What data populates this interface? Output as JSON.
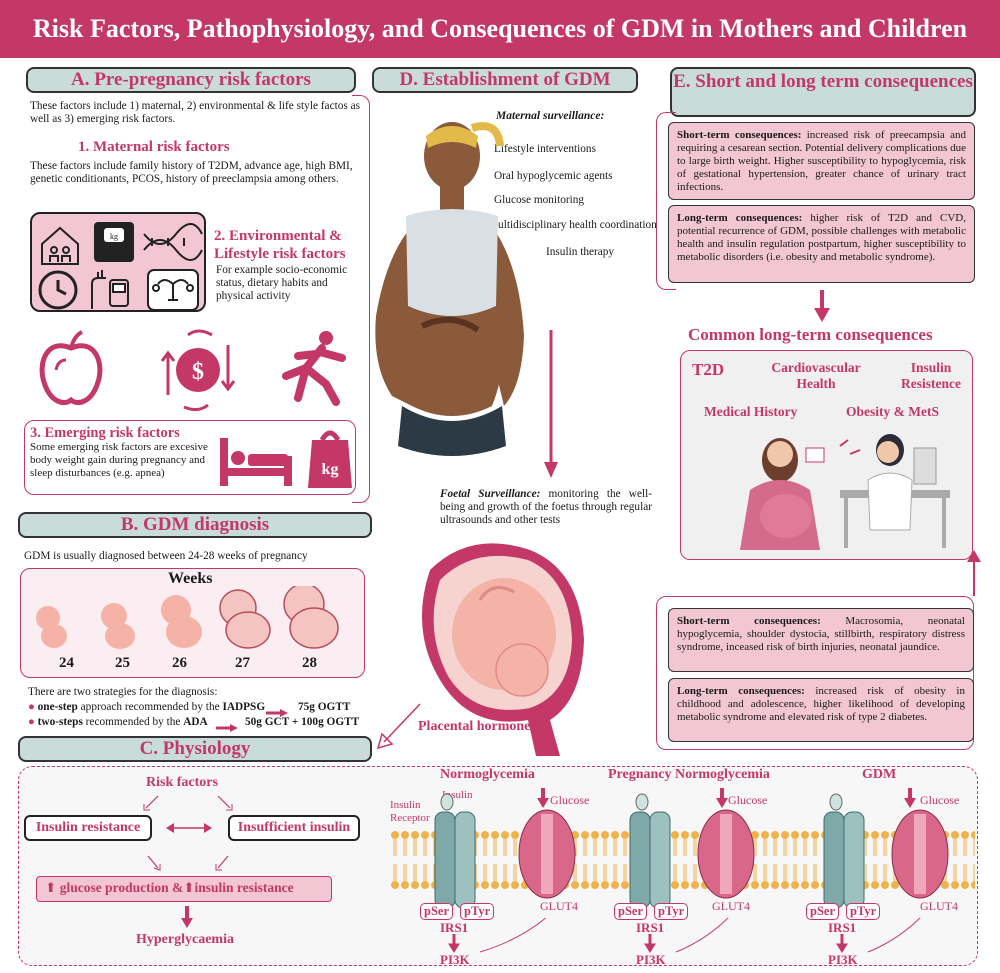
{
  "title": "Risk Factors, Pathophysiology, and Consequences of GDM in Mothers and Children",
  "sectionA": {
    "heading": "A. Pre-pregnancy risk factors",
    "intro": "These factors include 1) maternal, 2) environmental & life style factos as well as 3) emerging risk factors.",
    "maternal_title": "1. Maternal risk factors",
    "maternal_text": "These factors include family history of T2DM, advance age, high BMI, genetic conditionants, PCOS, history of preeclampsia among others.",
    "env_title": "2. Environmental & Lifestyle risk factors",
    "env_text": "For example socio-economic status, dietary habits and physical activity",
    "emerging_title": "3. Emerging risk factors",
    "emerging_text": "Some emerging risk factors are excesive body weight gain during pregnancy and sleep disturbances (e.g. apnea)",
    "scale_label": "kg",
    "weight_label": "kg"
  },
  "sectionB": {
    "heading": "B. GDM diagnosis",
    "intro": "GDM is usually diagnosed between 24-28 weeks of pregnancy",
    "weeks_label": "Weeks",
    "weeks": [
      "24",
      "25",
      "26",
      "27",
      "28"
    ],
    "strategies_intro": "There are two strategies for the diagnosis:",
    "one_step_bold": "one-step",
    "one_step_text": " approach recommended by the ",
    "one_step_org": "IADPSG",
    "one_step_result": "75g OGTT",
    "two_step_bold": "two-steps",
    "two_step_text": " recommended by the ",
    "two_step_org": "ADA",
    "two_step_result": "50g GCT + 100g OGTT"
  },
  "sectionC": {
    "heading": "C. Physiology",
    "risk_factors": "Risk factors",
    "insulin_resistance": "Insulin resistance",
    "insufficient_insulin": "Insufficient insulin",
    "glucose_production": "glucose production &",
    "insulin_resistance2": "insulin resistance",
    "hyperglycaemia": "Hyperglycaemia",
    "insulin_receptor": "Insulin Receptor",
    "insulin": "Insulin",
    "panels": [
      {
        "title": "Normoglycemia",
        "glucose": "Glucose",
        "pser": "pSer",
        "ptyr": "pTyr",
        "irs": "IRS1",
        "pi3k": "PI3K",
        "glut": "GLUT4"
      },
      {
        "title": "Pregnancy Normoglycemia",
        "glucose": "Glucose",
        "pser": "pSer",
        "ptyr": "pTyr",
        "irs": "IRS1",
        "pi3k": "PI3K",
        "glut": "GLUT4"
      },
      {
        "title": "GDM",
        "glucose": "Glucose",
        "pser": "pSer",
        "ptyr": "pTyr",
        "irs": "IRS1",
        "pi3k": "PI3K",
        "glut": "GLUT4"
      }
    ]
  },
  "sectionD": {
    "heading": "D. Establishment of GDM",
    "maternal_surv": "Maternal surveillance:",
    "items": [
      "Lifestyle interventions",
      "Oral hypoglycemic agents",
      "Glucose monitoring",
      "Multidisciplinary health coordination",
      "Insulin therapy"
    ],
    "foetal_bold": "Foetal Surveillance:",
    "foetal_text": " monitoring the well-being and growth of the foetus through regular ultrasounds and other tests",
    "placental": "Placental hormones"
  },
  "sectionE": {
    "heading": "E. Short and long term consequences",
    "mother_short_bold": "Short-term consequences:",
    "mother_short_text": " increased risk of preecampsia and requiring a cesarean section. Potential delivery complications due to large birth weight. Higher susceptibility to hypoglycemia, risk of gestational hypertension, greater chance of urinary tract infections.",
    "mother_long_bold": "Long-term consequences:",
    "mother_long_text": " higher risk of T2D and CVD, potential recurrence of GDM, possible challenges with metabolic health and insulin regulation postpartum, higher susceptibility to metabolic disorders (i.e. obesity and metabolic syndrome).",
    "common_title": "Common long-term consequences",
    "common_items": [
      "T2D",
      "Cardiovascular Health",
      "Insulin Resistence",
      "Medical History",
      "Obesity & MetS"
    ],
    "child_short_bold": "Short-term consequences:",
    "child_short_text": " Macrosomia, neonatal hypoglycemia, shoulder dystocia, stillbirth, respiratory distress syndrome, inceased risk of birth injuries, neonatal jaundice.",
    "child_long_bold": "Long-term consequences:",
    "child_long_text": " increased risk of obesity in childhood and adolescence, higher likelihood of developing metabolic syndrome and elevated risk of type 2 diabetes."
  },
  "colors": {
    "accent": "#c33866",
    "header_bg": "#c9dcda",
    "box_pink": "#f2c6d2",
    "receptor": "#7fa9a9"
  }
}
